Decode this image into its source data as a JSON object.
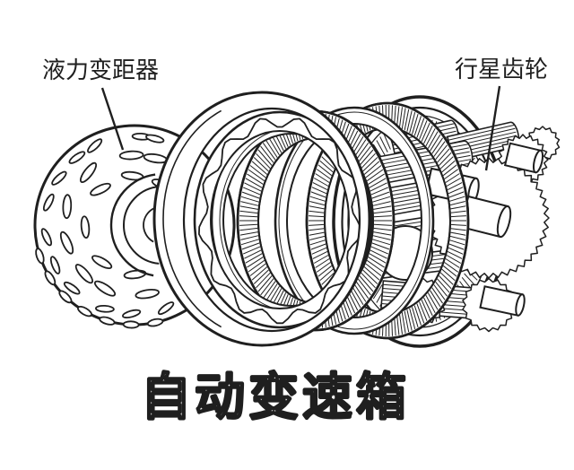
{
  "canvas": {
    "background": "#ffffff",
    "ink": "#1f1f1f"
  },
  "diagram": {
    "caption": "自动变速箱",
    "callouts": [
      {
        "id": "torque-converter",
        "label": "液力变距器"
      },
      {
        "id": "planetary-gear",
        "label": "行星齿轮"
      }
    ]
  }
}
